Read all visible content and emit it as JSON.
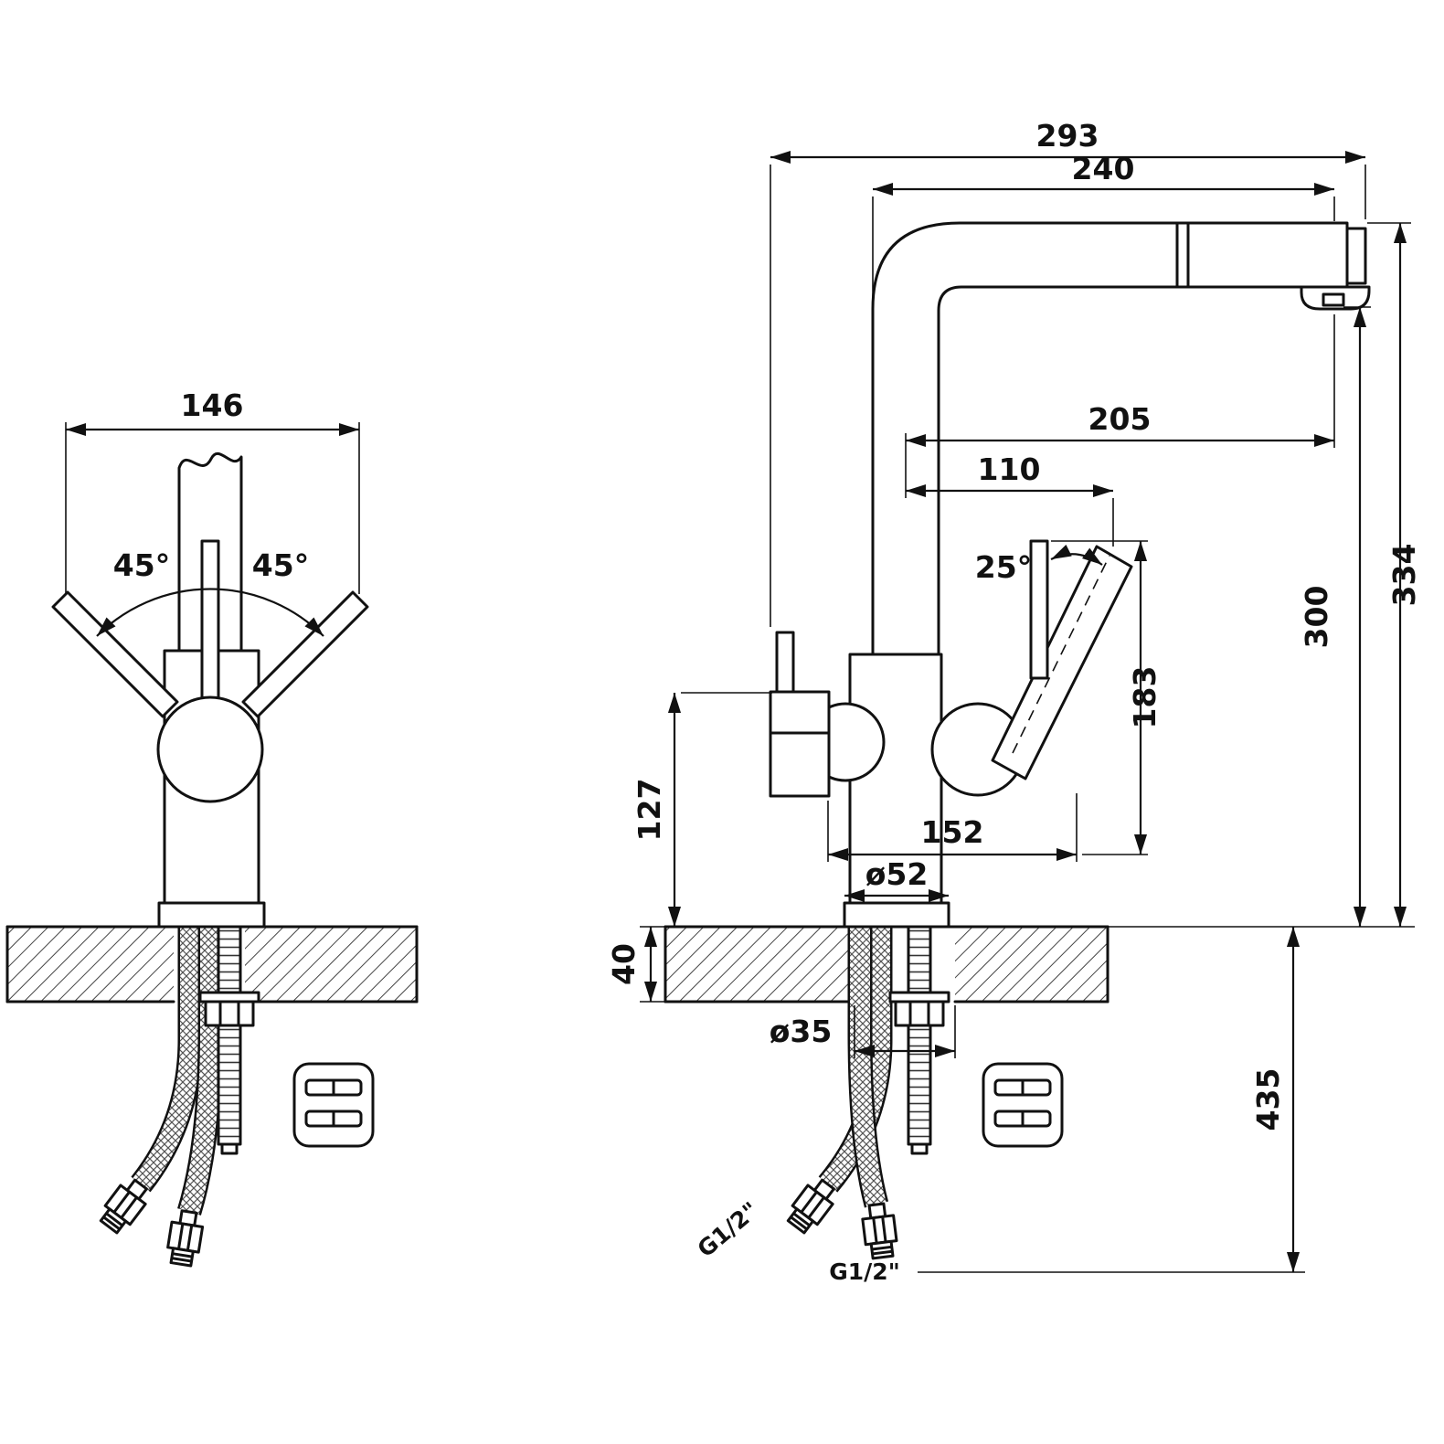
{
  "colors": {
    "line": "#111111",
    "background": "#ffffff"
  },
  "front_view": {
    "dim_width": "146",
    "angle_left": "45°",
    "angle_right": "45°"
  },
  "side_view": {
    "dim_total_reach": "293",
    "dim_spout_reach": "240",
    "dim_outlet_reach": "205",
    "dim_handle_reach": "110",
    "angle_handle": "25°",
    "dim_total_height": "334",
    "dim_outlet_height": "300",
    "dim_handle_height": "183",
    "dim_body_span": "152",
    "dim_base_diameter": "ø52",
    "dim_side_outlet_height": "127",
    "dim_counter_thickness": "40",
    "dim_hole_diameter": "ø35",
    "dim_under_counter": "435",
    "thread_hose_angled": "G1/2\"",
    "thread_hose_straight": "G1/2\""
  }
}
